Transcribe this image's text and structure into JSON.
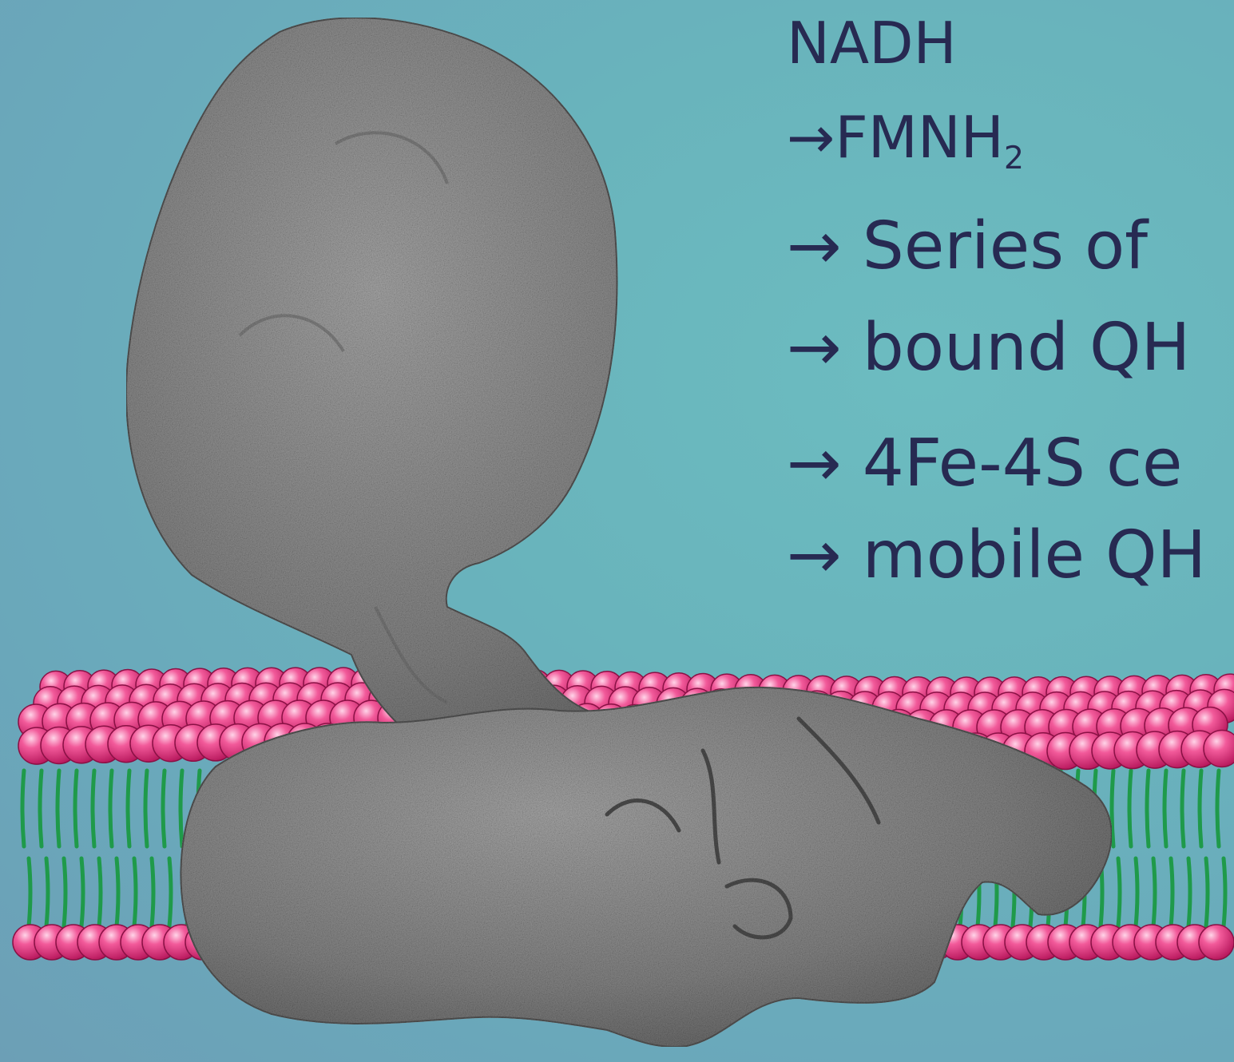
{
  "colors": {
    "background": "#6aaebb",
    "text": "#272a52",
    "lipid_head": "#e8397f",
    "lipid_tail": "#1f9a4a",
    "protein": "#7a7a7a"
  },
  "pathway": {
    "step0": "NADH",
    "step1_arrow": "→",
    "step1_main": "FMNH",
    "step1_sub": "2",
    "step2_arrow": "→",
    "step2_text": " Series of",
    "step3_arrow": "→",
    "step3_text": " bound QH",
    "step4_arrow": "→",
    "step4_text": " 4Fe-4S ce",
    "step5_arrow": "→",
    "step5_text": " mobile QH"
  }
}
